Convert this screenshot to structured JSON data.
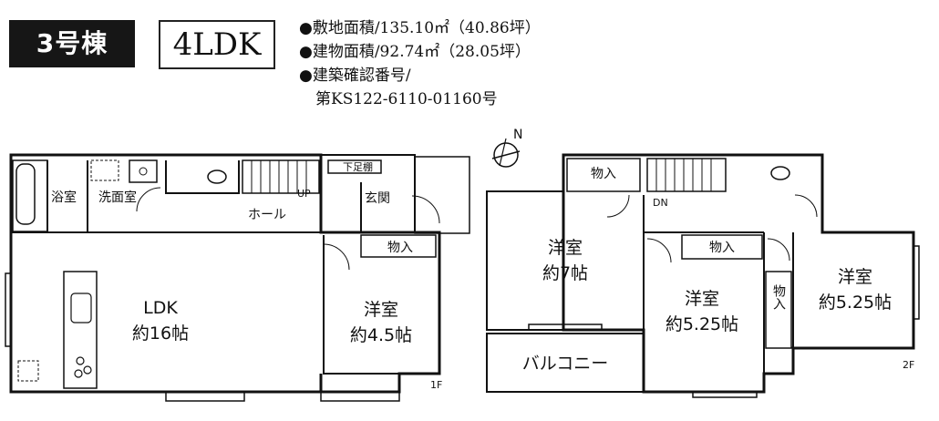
{
  "header": {
    "building_label": "3号棟",
    "layout_type": "4LDK",
    "specs": [
      "●敷地面積/135.10㎡（40.86坪）",
      "●建物面積/92.74㎡（28.05坪）",
      "●建築確認番号/"
    ],
    "spec_continuation": "第KS122-6110-01160号"
  },
  "floor1": {
    "floor_label": "1F",
    "rooms": {
      "bath": "浴室",
      "washroom": "洗面室",
      "hall": "ホール",
      "entrance": "玄関",
      "shoe_storage": "下足棚",
      "up": "UP",
      "closet": "物入",
      "ldk_name": "LDK",
      "ldk_size": "約16帖",
      "western_name": "洋室",
      "western_size": "約4.5帖"
    }
  },
  "floor2": {
    "floor_label": "2F",
    "compass": "N",
    "rooms": {
      "closet_top": "物入",
      "down": "DN",
      "room_a_name": "洋室",
      "room_a_size": "約7帖",
      "closet_mid": "物入",
      "room_b_name": "洋室",
      "room_b_size": "約5.25帖",
      "closet_side": "物入",
      "room_c_name": "洋室",
      "room_c_size": "約5.25帖",
      "balcony": "バルコニー"
    }
  }
}
